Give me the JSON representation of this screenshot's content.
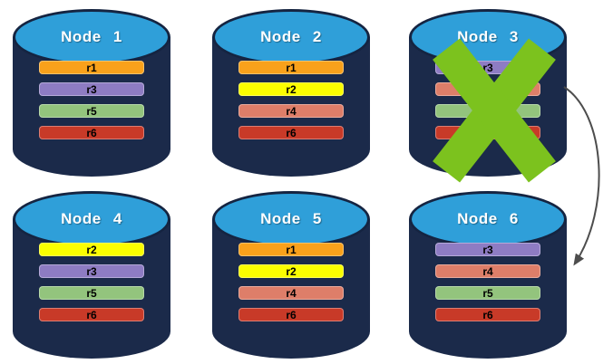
{
  "diagram": {
    "description": "Six database node cylinders; Node 3 is crossed out and an arrow points from Node 3 to Node 6",
    "colors": {
      "background": "#ffffff",
      "cylinder_body": "#1b2a4a",
      "cylinder_top": "#2f9fd9",
      "cylinder_outline": "#152441",
      "title_text": "#ffffff",
      "bar_text": "#000000",
      "failure_x": "#7cc21e",
      "arrow": "#4d4d4d"
    },
    "nodes": [
      {
        "title": "Node 1",
        "failed": false,
        "replicas": [
          {
            "label": "r1",
            "color": "#f9a11b"
          },
          {
            "label": "r3",
            "color": "#8e7cc3"
          },
          {
            "label": "r5",
            "color": "#93c47d"
          },
          {
            "label": "r6",
            "color": "#c83a28"
          }
        ]
      },
      {
        "title": "Node 2",
        "failed": false,
        "replicas": [
          {
            "label": "r1",
            "color": "#f9a11b"
          },
          {
            "label": "r2",
            "color": "#fbfe00"
          },
          {
            "label": "r4",
            "color": "#de7e69"
          },
          {
            "label": "r6",
            "color": "#c83a28"
          }
        ]
      },
      {
        "title": "Node 3",
        "failed": true,
        "replicas": [
          {
            "label": "r3",
            "color": "#8e7cc3"
          },
          {
            "label": "r4",
            "color": "#de7e69"
          },
          {
            "label": "r5",
            "color": "#93c47d"
          },
          {
            "label": "r6",
            "color": "#c83a28"
          }
        ]
      },
      {
        "title": "Node 4",
        "failed": false,
        "replicas": [
          {
            "label": "r2",
            "color": "#fbfe00"
          },
          {
            "label": "r3",
            "color": "#8e7cc3"
          },
          {
            "label": "r5",
            "color": "#93c47d"
          },
          {
            "label": "r6",
            "color": "#c83a28"
          }
        ]
      },
      {
        "title": "Node 5",
        "failed": false,
        "replicas": [
          {
            "label": "r1",
            "color": "#f9a11b"
          },
          {
            "label": "r2",
            "color": "#fbfe00"
          },
          {
            "label": "r4",
            "color": "#de7e69"
          },
          {
            "label": "r6",
            "color": "#c83a28"
          }
        ]
      },
      {
        "title": "Node 6",
        "failed": false,
        "replicas": [
          {
            "label": "r3",
            "color": "#8e7cc3"
          },
          {
            "label": "r4",
            "color": "#de7e69"
          },
          {
            "label": "r5",
            "color": "#93c47d"
          },
          {
            "label": "r6",
            "color": "#c83a28"
          }
        ]
      }
    ],
    "arrow": {
      "from": "Node 3",
      "to": "Node 6"
    }
  }
}
